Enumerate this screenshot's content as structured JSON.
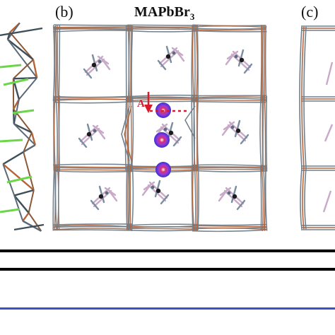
{
  "panels": [
    {
      "label": "(b)",
      "title_main": "MAPbBr",
      "title_sub": "3"
    },
    {
      "label": "(c)"
    }
  ],
  "annotation": {
    "label": "A",
    "color": "#d81b2a"
  },
  "colors": {
    "pb": "#6f7f8c",
    "br": "#b5643a",
    "green": "#6cd64a",
    "ion_outer": "#3a2fd0",
    "ion_inner": "#d9306a",
    "molecule": "#c8a9c8",
    "rule_black": "#000000",
    "rule_blue": "#3d4fc9"
  }
}
